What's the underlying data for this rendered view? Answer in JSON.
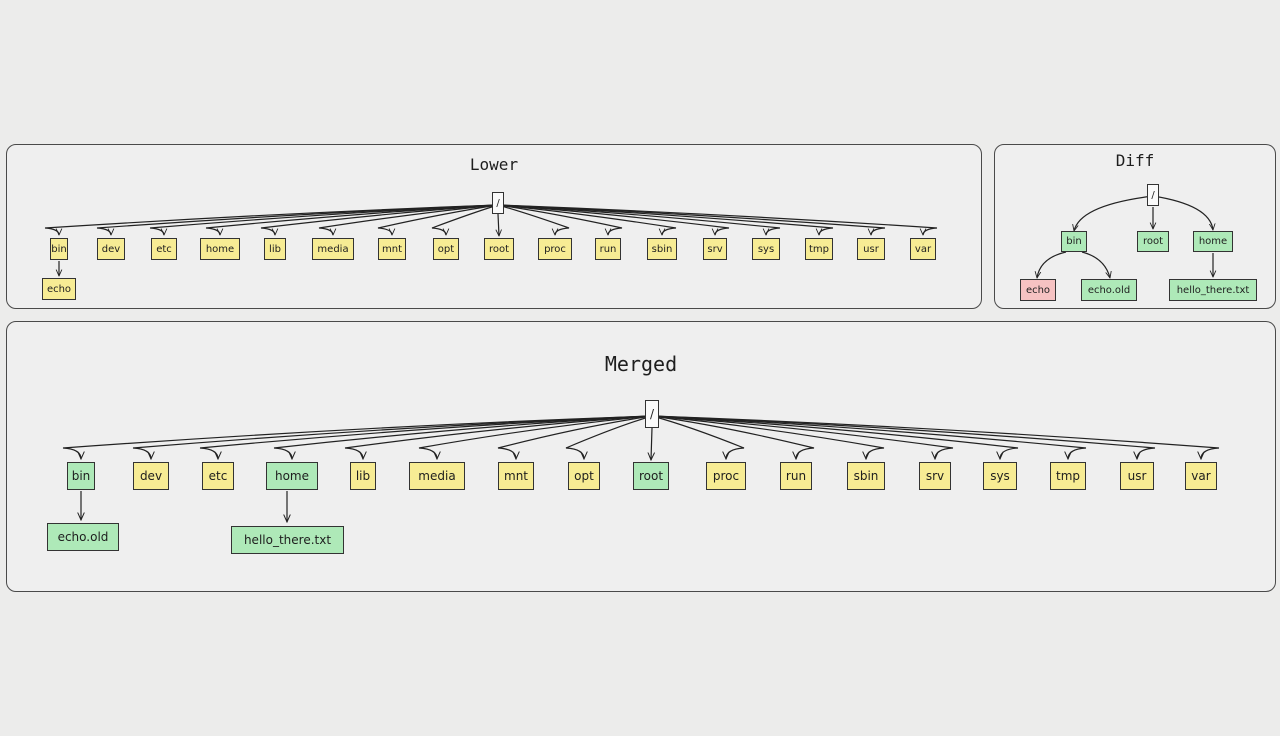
{
  "lower": {
    "title": "Lower",
    "root": "/",
    "children": [
      "bin",
      "dev",
      "etc",
      "home",
      "lib",
      "media",
      "mnt",
      "opt",
      "root",
      "proc",
      "run",
      "sbin",
      "srv",
      "sys",
      "tmp",
      "usr",
      "var"
    ],
    "bin_child": "echo"
  },
  "diff": {
    "title": "Diff",
    "root": "/",
    "bin": "bin",
    "root_dir": "root",
    "home": "home",
    "echo": "echo",
    "echo_old": "echo.old",
    "hello": "hello_there.txt"
  },
  "merged": {
    "title": "Merged",
    "root": "/",
    "children": [
      "bin",
      "dev",
      "etc",
      "home",
      "lib",
      "media",
      "mnt",
      "opt",
      "root",
      "proc",
      "run",
      "sbin",
      "srv",
      "sys",
      "tmp",
      "usr",
      "var"
    ],
    "bin_child": "echo.old",
    "home_child": "hello_there.txt"
  },
  "colors": {
    "unchanged": "#f7ec94",
    "added": "#aee9b8",
    "deleted": "#f6c2c2"
  }
}
